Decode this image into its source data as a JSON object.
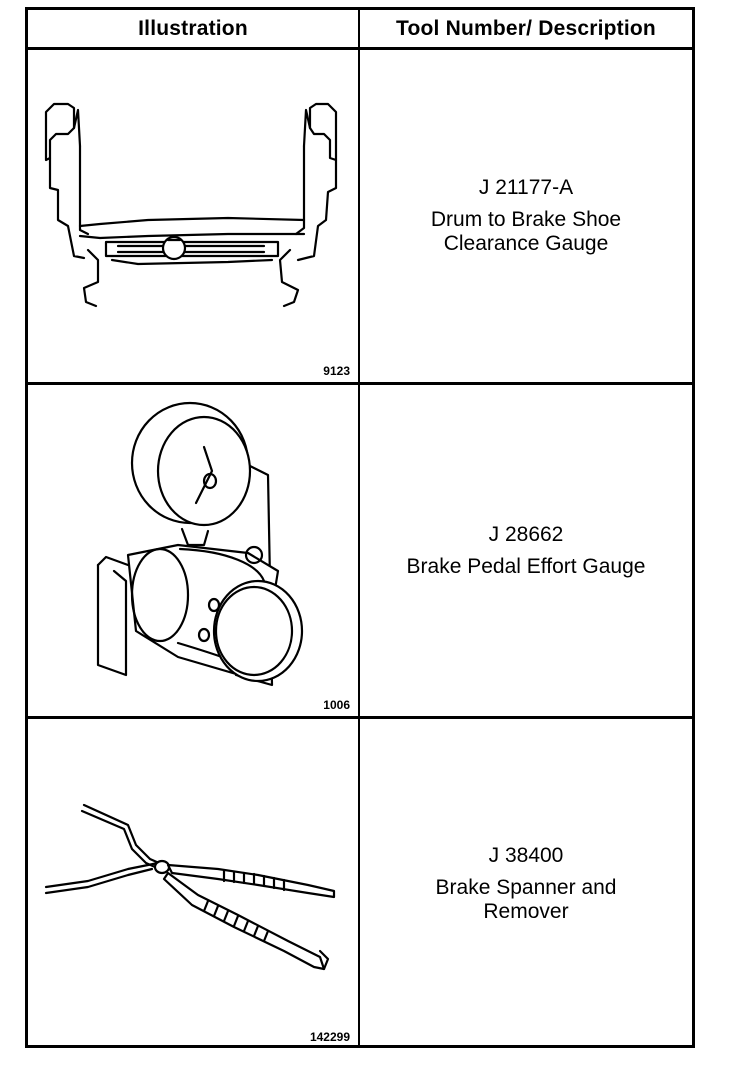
{
  "header": {
    "illustration": "Illustration",
    "tool_number_description": "Tool Number/ Description"
  },
  "rows": [
    {
      "figure_number": "9123",
      "tool_number": "J 21177-A",
      "description": "Drum to Brake Shoe\nClearance Gauge",
      "icon": "clearance-gauge-icon"
    },
    {
      "figure_number": "1006",
      "tool_number": "J 28662",
      "description": "Brake Pedal Effort Gauge",
      "icon": "pedal-effort-gauge-icon"
    },
    {
      "figure_number": "142299",
      "tool_number": "J 38400",
      "description": "Brake Spanner and\nRemover",
      "icon": "spanner-pliers-icon"
    }
  ]
}
